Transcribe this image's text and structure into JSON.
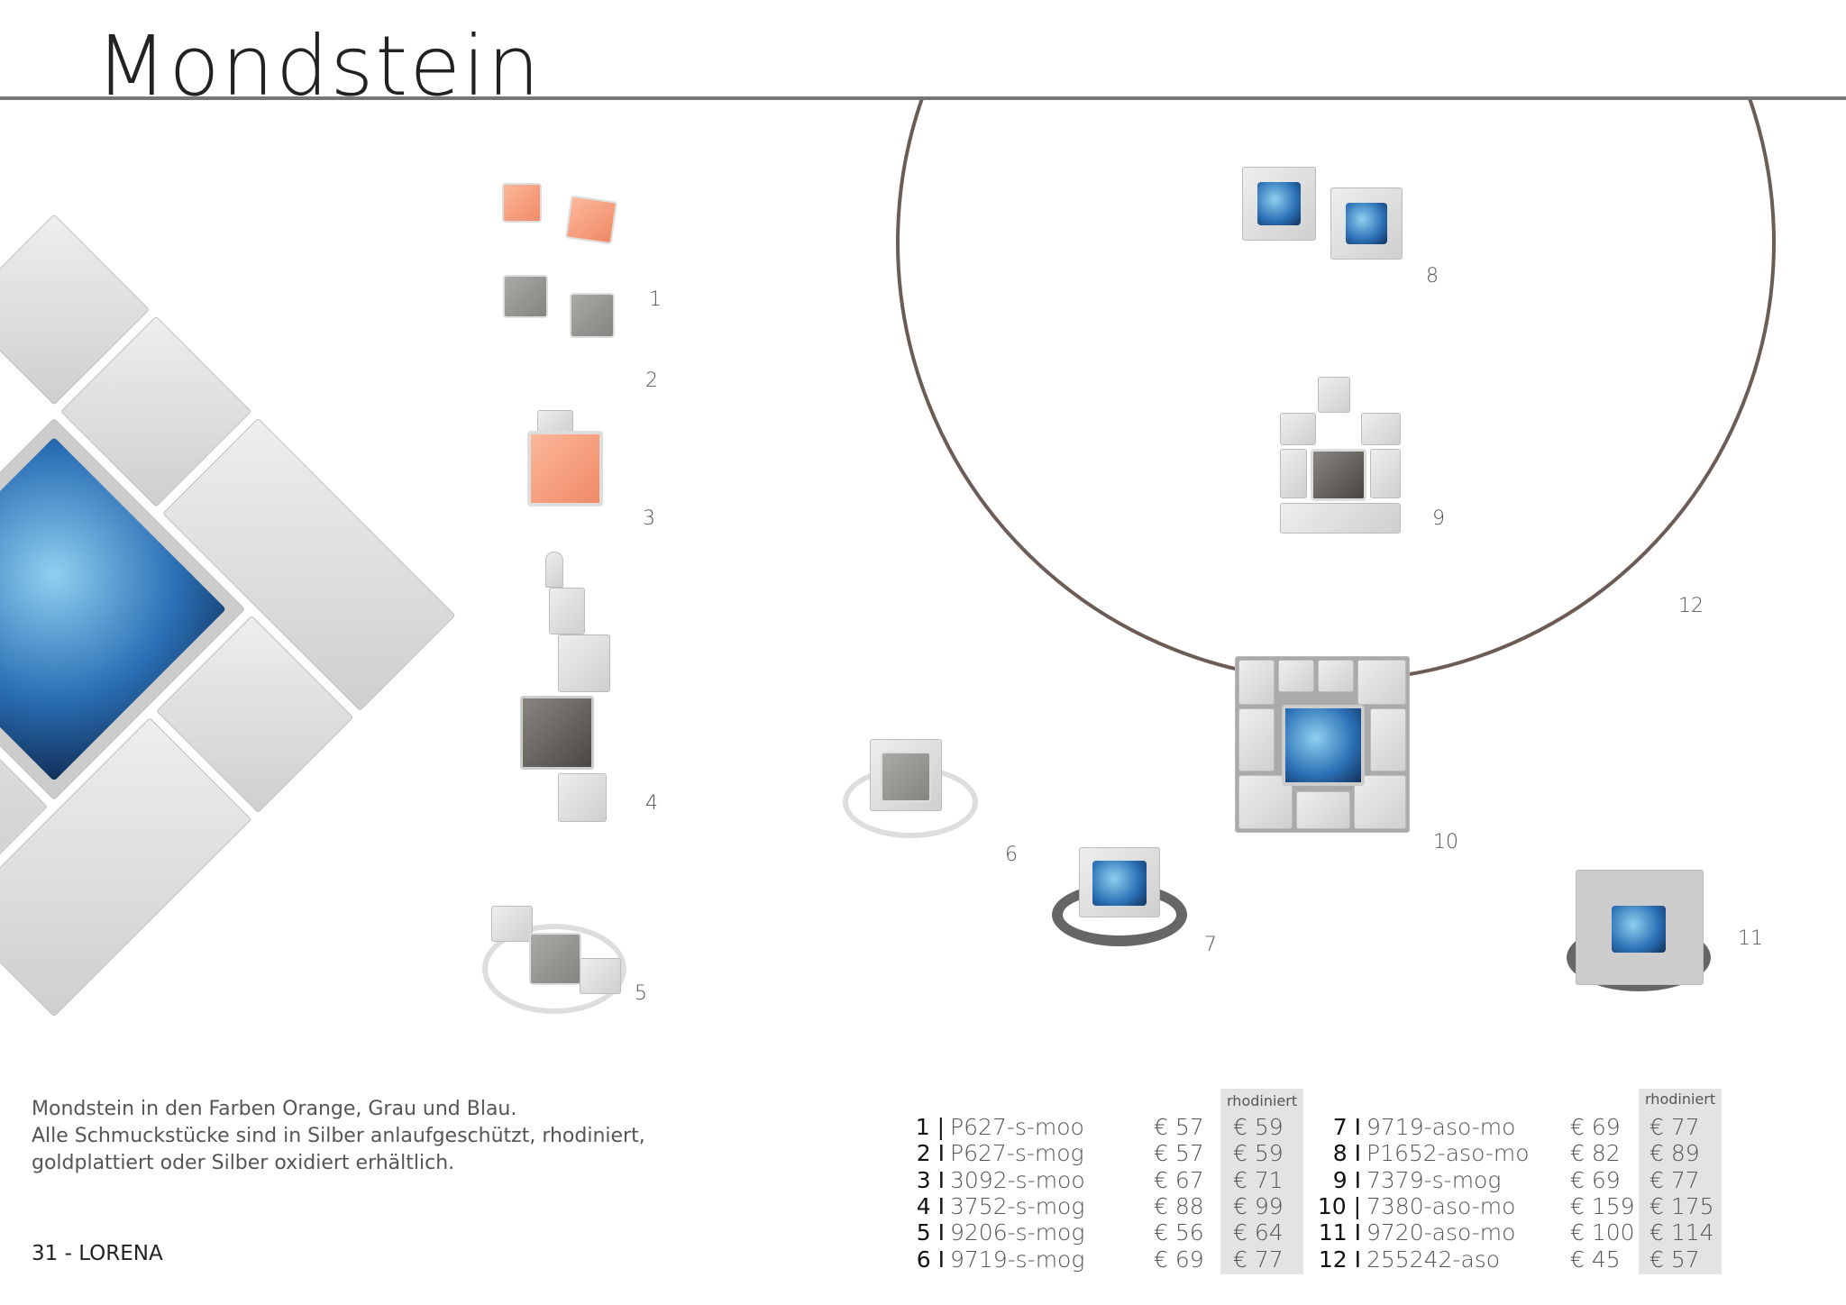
{
  "title": "Mondstein",
  "description": [
    "Mondstein in den Farben Orange, Grau und Blau.",
    "Alle Schmuckstücke sind in Silber anlaufgeschützt, rhodiniert,",
    "goldplattiert oder Silber oxidiert erhältlich."
  ],
  "footer": "31 -  LORENA",
  "item_numbers": [
    "1",
    "2",
    "3",
    "4",
    "5",
    "6",
    "7",
    "8",
    "9",
    "10",
    "11",
    "12"
  ],
  "price_table": {
    "rhodiniert_label": "rhodiniert",
    "left": [
      {
        "no": "1 |",
        "code": "P627-s-moo",
        "price": "€ 57",
        "rhodiniert": "€ 59"
      },
      {
        "no": "2 I",
        "code": "P627-s-mog",
        "price": "€ 57",
        "rhodiniert": "€ 59"
      },
      {
        "no": "3 I",
        "code": "3092-s-moo",
        "price": "€ 67",
        "rhodiniert": "€ 71"
      },
      {
        "no": "4 I",
        "code": "3752-s-mog",
        "price": "€ 88",
        "rhodiniert": "€ 99"
      },
      {
        "no": "5 I",
        "code": "9206-s-mog",
        "price": "€ 56",
        "rhodiniert": "€ 64"
      },
      {
        "no": "6 I",
        "code": "9719-s-mog",
        "price": "€ 69",
        "rhodiniert": "€ 77"
      }
    ],
    "right": [
      {
        "no": "7 I",
        "code": "9719-aso-mo",
        "price": "€ 69",
        "rhodiniert": "€ 77"
      },
      {
        "no": "8 I",
        "code": "P1652-aso-mo",
        "price": "€ 82",
        "rhodiniert": "€ 89"
      },
      {
        "no": "9 I",
        "code": "7379-s-mog",
        "price": "€ 69",
        "rhodiniert": "€ 77"
      },
      {
        "no": "10 |",
        "code": "7380-aso-mo",
        "price": "€ 159",
        "rhodiniert": "€ 175"
      },
      {
        "no": "11 I",
        "code": "9720-aso-mo",
        "price": "€ 100",
        "rhodiniert": "€ 114"
      },
      {
        "no": "12 I",
        "code": "255242-aso",
        "price": "€ 45",
        "rhodiniert": "€ 57"
      }
    ]
  }
}
